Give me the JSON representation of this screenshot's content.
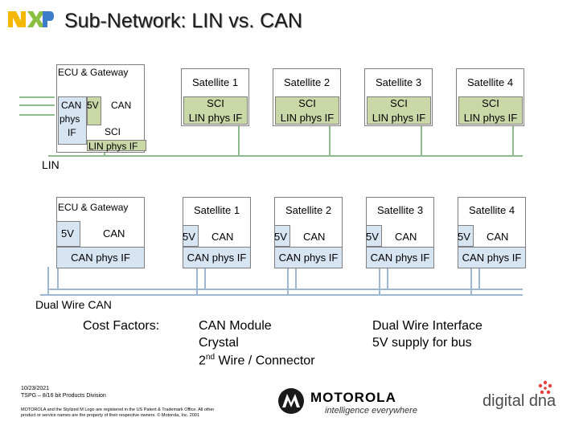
{
  "header": {
    "title": "Sub-Network: LIN vs. CAN",
    "logo_text": "NXP",
    "logo_colors": [
      "#f5b800",
      "#8bbf3f",
      "#3d7cc9"
    ]
  },
  "lin_section": {
    "gateway_title": "ECU & Gateway",
    "gateway_can_phys": [
      "CAN",
      "phys",
      "IF"
    ],
    "gateway_5v": "5V",
    "gateway_can": "CAN",
    "gateway_sci": "SCI",
    "gateway_lin_phys": "LIN phys IF",
    "satellites": [
      {
        "name": "Satellite 1",
        "sci": "SCI",
        "phys": "LIN phys IF"
      },
      {
        "name": "Satellite 2",
        "sci": "SCI",
        "phys": "LIN phys IF"
      },
      {
        "name": "Satellite 3",
        "sci": "SCI",
        "phys": "LIN phys IF"
      },
      {
        "name": "Satellite 4",
        "sci": "SCI",
        "phys": "LIN phys IF"
      }
    ],
    "bus_label": "LIN"
  },
  "can_section": {
    "gateway_title": "ECU & Gateway",
    "gateway_5v": "5V",
    "gateway_can": "CAN",
    "gateway_phys": "CAN phys IF",
    "satellites": [
      {
        "name": "Satellite 1",
        "v": "5V",
        "can": "CAN",
        "phys": "CAN phys IF"
      },
      {
        "name": "Satellite 2",
        "v": "5V",
        "can": "CAN",
        "phys": "CAN phys IF"
      },
      {
        "name": "Satellite 3",
        "v": "5V",
        "can": "CAN",
        "phys": "CAN phys IF"
      },
      {
        "name": "Satellite 4",
        "v": "5V",
        "can": "CAN",
        "phys": "CAN phys IF"
      }
    ],
    "bus_label": "Dual Wire CAN"
  },
  "cost": {
    "label": "Cost Factors:",
    "module_items": [
      "CAN Module",
      "Crystal"
    ],
    "wire_prefix": "2",
    "wire_sup": "nd",
    "wire_suffix": " Wire / Connector",
    "interface_items": [
      "Dual Wire Interface",
      "5V supply for bus"
    ]
  },
  "footer": {
    "date": "10/23/2021",
    "division": "TSPG – 8/16 bit Products Division",
    "disclaimer": "MOTOROLA and the Stylized M Logo are registered in the US Patent & Trademark Office. All other product or service names are the property of their respective owners. © Motorola, Inc. 2001",
    "motorola_name": "MOTOROLA",
    "motorola_tagline": "intelligence everywhere",
    "dna_text": "digital dna",
    "dna_color": "#e8403c"
  },
  "colors": {
    "green_box": "#c9d8a6",
    "blue_box": "#d7e4f2",
    "lin_wire": "#8fbc8f",
    "can_wire": "#9fb6d0"
  }
}
